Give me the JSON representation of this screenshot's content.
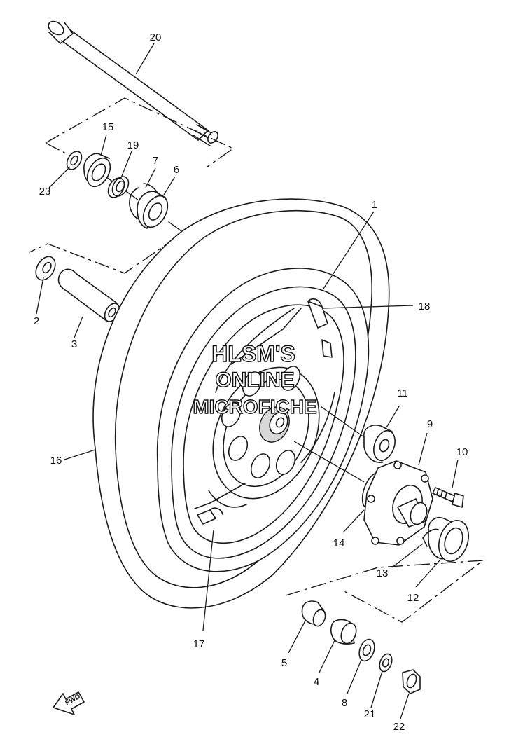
{
  "watermark": {
    "line1": "HLSM'S",
    "line2": "ONLINE",
    "line3": "MICROFICHE"
  },
  "direction_label": "FWD",
  "callouts": {
    "p1": "1",
    "p2": "2",
    "p3": "3",
    "p4": "4",
    "p5": "5",
    "p6": "6",
    "p7": "7",
    "p8": "8",
    "p9": "9",
    "p10": "10",
    "p11": "11",
    "p12": "12",
    "p13": "13",
    "p14": "14",
    "p16": "16",
    "p17": "17",
    "p18": "18",
    "p19": "19",
    "p20": "20",
    "p21": "21",
    "p22": "22",
    "p23": "23",
    "p15": "15"
  },
  "colors": {
    "line": "#1a1a1a",
    "background": "#ffffff"
  }
}
